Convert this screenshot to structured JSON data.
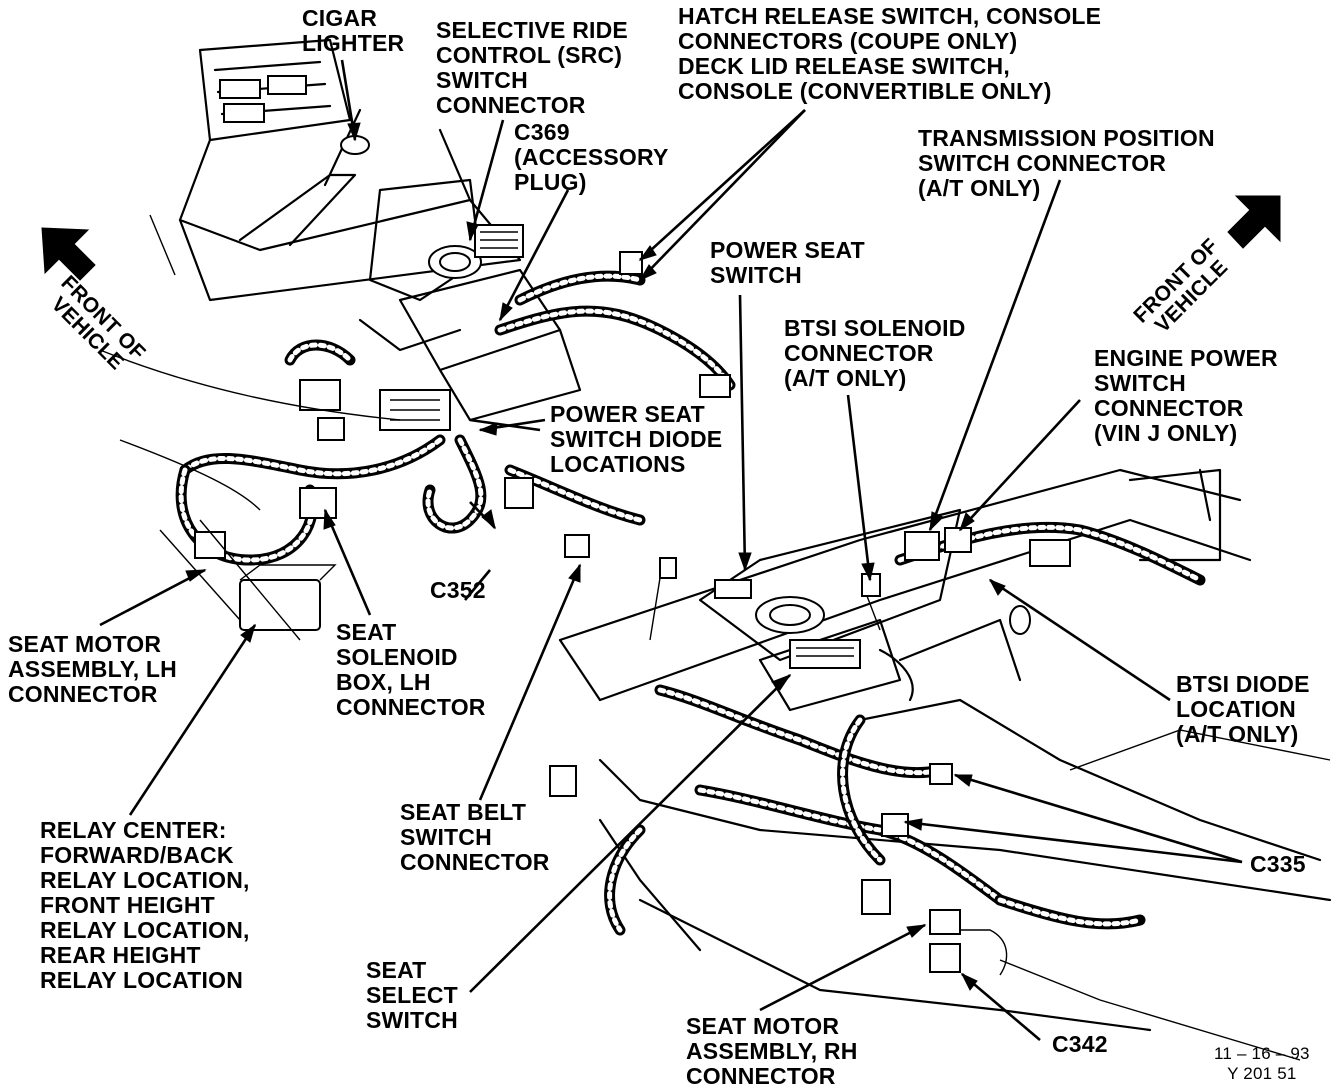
{
  "labels": {
    "cigar_lighter": [
      "CIGAR",
      "LIGHTER"
    ],
    "src_connector": [
      "SELECTIVE RIDE",
      "CONTROL (SRC)",
      "SWITCH",
      "CONNECTOR"
    ],
    "c369": [
      "C369",
      "(ACCESSORY",
      "PLUG)"
    ],
    "hatch_release": [
      "HATCH RELEASE SWITCH, CONSOLE",
      "CONNECTORS (COUPE ONLY)",
      "DECK LID RELEASE SWITCH,",
      "CONSOLE (CONVERTIBLE ONLY)"
    ],
    "transmission_position": [
      "TRANSMISSION POSITION",
      "SWITCH CONNECTOR",
      "(A/T ONLY)"
    ],
    "power_seat_switch": [
      "POWER SEAT",
      "SWITCH"
    ],
    "btsi_solenoid": [
      "BTSI SOLENOID",
      "CONNECTOR",
      "(A/T ONLY)"
    ],
    "engine_power_switch": [
      "ENGINE POWER",
      "SWITCH",
      "CONNECTOR",
      "(VIN J ONLY)"
    ],
    "power_seat_diode": [
      "POWER SEAT",
      "SWITCH DIODE",
      "LOCATIONS"
    ],
    "c352": [
      "C352"
    ],
    "seat_motor_lh": [
      "SEAT MOTOR",
      "ASSEMBLY, LH",
      "CONNECTOR"
    ],
    "seat_solenoid_lh": [
      "SEAT",
      "SOLENOID",
      "BOX, LH",
      "CONNECTOR"
    ],
    "btsi_diode": [
      "BTSI DIODE",
      "LOCATION",
      "(A/T ONLY)"
    ],
    "relay_center": [
      "RELAY CENTER:",
      "FORWARD/BACK",
      "RELAY LOCATION,",
      "FRONT HEIGHT",
      "RELAY LOCATION,",
      "REAR HEIGHT",
      "RELAY LOCATION"
    ],
    "seat_belt_switch": [
      "SEAT BELT",
      "SWITCH",
      "CONNECTOR"
    ],
    "c335": [
      "C335"
    ],
    "seat_select_switch": [
      "SEAT",
      "SELECT",
      "SWITCH"
    ],
    "seat_motor_rh": [
      "SEAT MOTOR",
      "ASSEMBLY, RH",
      "CONNECTOR"
    ],
    "c342": [
      "C342"
    ]
  },
  "orientation": {
    "left": [
      "FRONT OF",
      "VEHICLE"
    ],
    "right": [
      "FRONT OF",
      "VEHICLE"
    ]
  },
  "footer": {
    "date": "11 – 16 – 93",
    "code": "Y 201 51"
  }
}
